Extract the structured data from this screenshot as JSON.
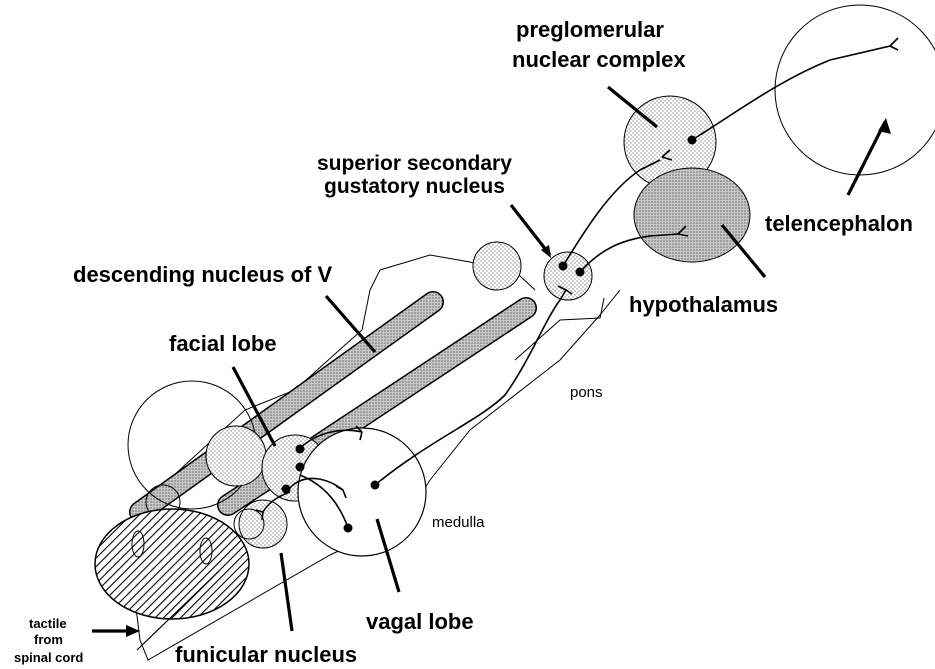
{
  "labels": {
    "preglomerular_line1": "preglomerular",
    "preglomerular_line2": "nuclear complex",
    "superior_line1": "superior secondary",
    "superior_line2": "gustatory nucleus",
    "telencephalon": "telencephalon",
    "hypothalamus": "hypothalamus",
    "descending": "descending nucleus of V",
    "facial_lobe": "facial lobe",
    "pons": "pons",
    "medulla": "medulla",
    "vagal_lobe": "vagal lobe",
    "funicular": "funicular nucleus",
    "tactile_line1": "tactile",
    "tactile_line2": "from",
    "tactile_line3": "spinal cord"
  }
}
